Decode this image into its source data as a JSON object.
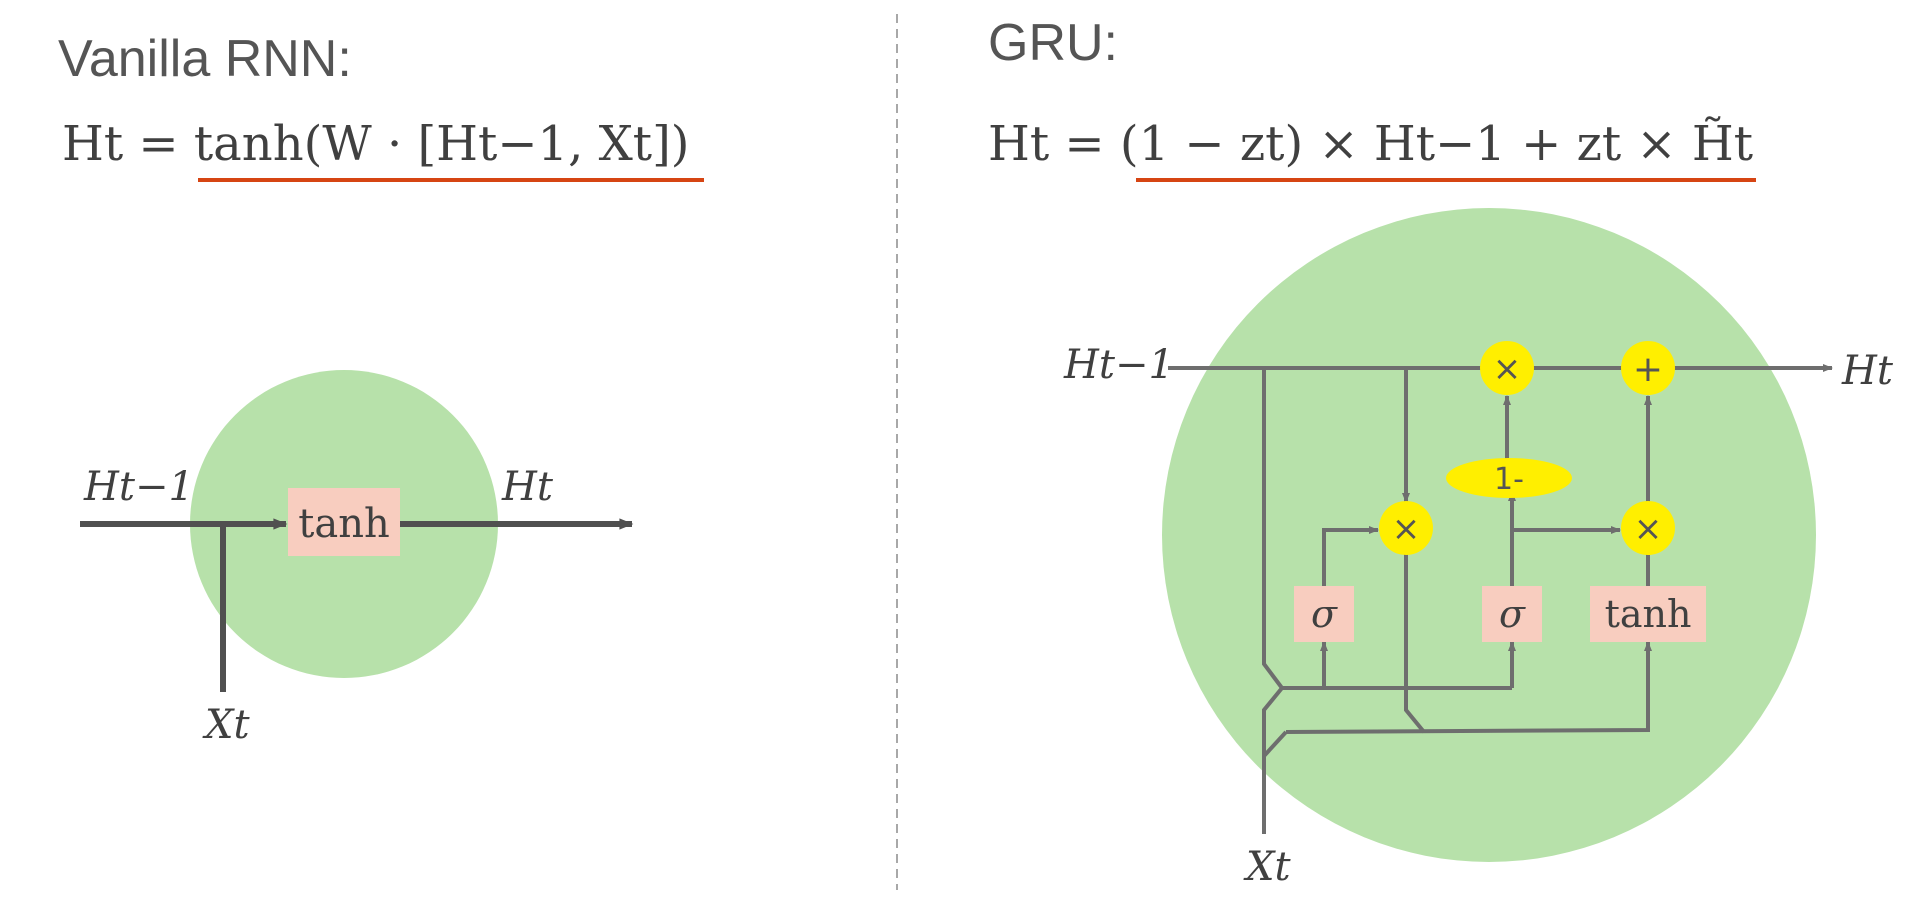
{
  "left": {
    "title": "Vanilla RNN:",
    "equation": "Ht = tanh(W · [Ht−1, Xt])",
    "input_label": "Ht−1",
    "output_label": "Ht",
    "x_label": "Xt",
    "box_label": "tanh"
  },
  "right": {
    "title": "GRU:",
    "equation": "Ht = (1 − zt) × Ht−1 + zt × H̃t",
    "input_label": "Ht−1",
    "output_label": "Ht",
    "x_label": "Xt",
    "sigma1_label": "σ",
    "sigma2_label": "σ",
    "tanh_label": "tanh",
    "mult_top_label": "×",
    "add_label": "+",
    "mult_left_label": "×",
    "mult_right_label": "×",
    "one_minus_label": "1-"
  },
  "colors": {
    "cell_fill": "#b7e1aa",
    "gate_box": "#f8cdbf",
    "operator_fill": "#ffef00",
    "underline": "#d64513",
    "line": "#6e6e6e",
    "rnn_line": "#505050",
    "divider": "#a8a8a8"
  }
}
